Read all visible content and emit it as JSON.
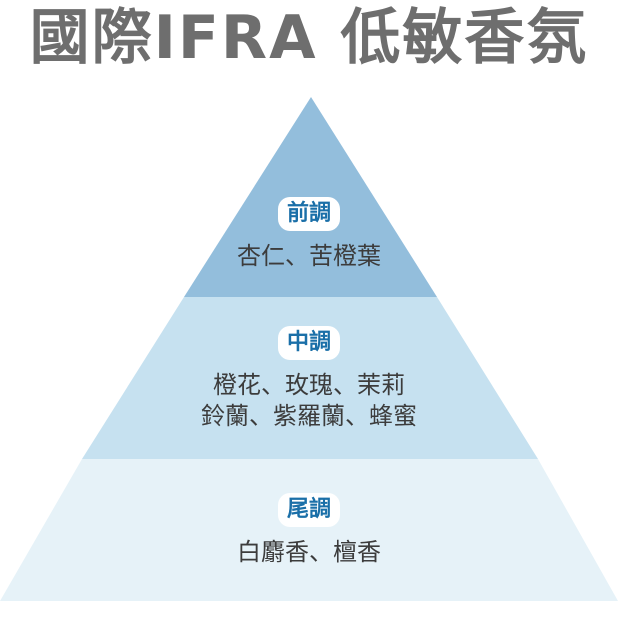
{
  "title": "國際IFRA 低敏香氛",
  "colors": {
    "title": "#6e6e6e",
    "tier_top": "#93bedc",
    "tier_middle": "#c6e1f0",
    "tier_base": "#e6f2f8",
    "pill_text": "#1a6fa8"
  },
  "pyramid": {
    "top_note": {
      "label": "前調",
      "notes": [
        "杏仁、苦橙葉"
      ]
    },
    "middle_note": {
      "label": "中調",
      "notes": [
        "橙花、玫瑰、茉莉",
        "鈴蘭、紫羅蘭、蜂蜜"
      ]
    },
    "base_note": {
      "label": "尾調",
      "notes": [
        "白麝香、檀香"
      ]
    }
  }
}
